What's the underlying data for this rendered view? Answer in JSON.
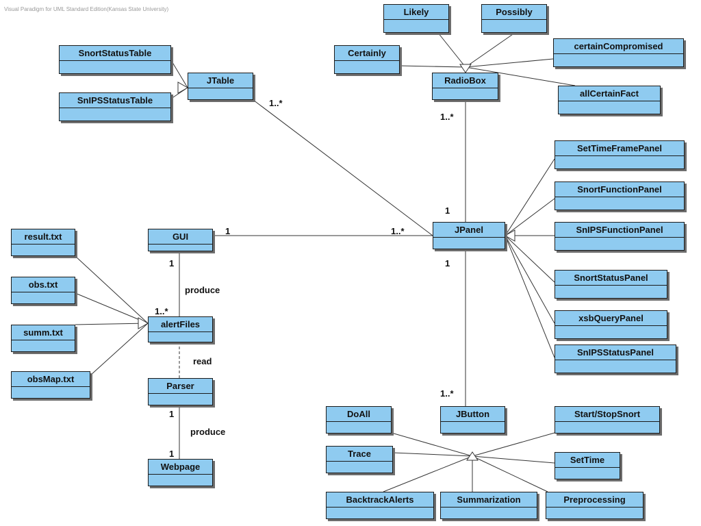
{
  "watermark": "Visual Paradigm for UML Standard Edition(Kansas State University)",
  "classes": {
    "likely": "Likely",
    "possibly": "Possibly",
    "certainly": "Certainly",
    "certain_compromised": "certainCompromised",
    "radiobox": "RadioBox",
    "all_certain_fact": "allCertainFact",
    "snort_status_table": "SnortStatusTable",
    "snips_status_table": "SnIPSStatusTable",
    "jtable": "JTable",
    "set_timeframe_panel": "SetTimeFramePanel",
    "snort_function_panel": "SnortFunctionPanel",
    "snips_function_panel": "SnIPSFunctionPanel",
    "snort_status_panel": "SnortStatusPanel",
    "xsb_query_panel": "xsbQueryPanel",
    "snips_status_panel": "SnIPSStatusPanel",
    "jpanel": "JPanel",
    "gui": "GUI",
    "result_txt": "result.txt",
    "obs_txt": "obs.txt",
    "summ_txt": "summ.txt",
    "obsmap_txt": "obsMap.txt",
    "alert_files": "alertFiles",
    "parser": "Parser",
    "webpage": "Webpage",
    "jbutton": "JButton",
    "do_all": "DoAll",
    "start_stop_snort": "Start/StopSnort",
    "trace": "Trace",
    "set_time": "SetTime",
    "backtrack_alerts": "BacktrackAlerts",
    "summarization": "Summarization",
    "preprocessing": "Preprocessing"
  },
  "labels": {
    "jtable_mult": "1..*",
    "radiobox_mult": "1..*",
    "jpanel_top_mult": "1",
    "gui_right_mult": "1",
    "jpanel_left_mult": "1..*",
    "jpanel_bottom_mult": "1",
    "gui_bottom_mult": "1",
    "produce_1": "produce",
    "alertfiles_mult": "1..*",
    "read": "read",
    "parser_mult": "1",
    "produce_2": "produce",
    "webpage_mult": "1",
    "jbutton_mult": "1..*"
  }
}
